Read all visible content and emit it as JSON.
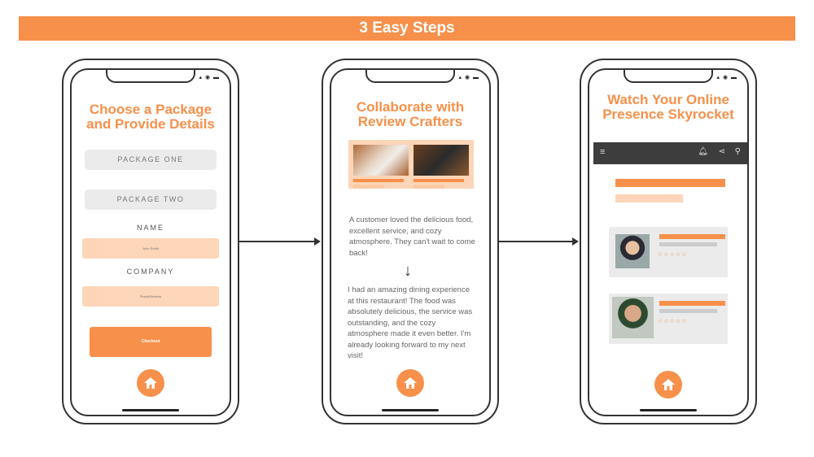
{
  "banner": {
    "title": "3 Easy Steps"
  },
  "step1": {
    "title_l1": "Choose a Package",
    "title_l2": "and Provide Details",
    "package_one": "PACKAGE ONE",
    "package_two": "PACKAGE TWO",
    "name_label": "NAME",
    "name_value": "John Smith",
    "company_label": "COMPANY",
    "company_value": "PeachReviews",
    "checkout_label": "Checkout"
  },
  "step2": {
    "title_l1": "Collaborate with",
    "title_l2": "Review Crafters",
    "original_review": "A customer loved the delicious food, excellent service, and cozy atmosphere. They can't wait to come back!",
    "crafted_review": "I had an amazing dining experience at this restaurant! The food was absolutely delicious, the service was outstanding, and the cozy atmosphere made it even better. I'm already looking forward to my next visit!"
  },
  "step3": {
    "title_l1": "Watch Your Online",
    "title_l2": "Presence Skyrocket",
    "reviews": [
      {
        "stars": "☆☆☆☆☆"
      },
      {
        "stars": "☆☆☆☆☆"
      }
    ]
  },
  "status": "▴ ◉ ▬",
  "colors": {
    "accent": "#F7904A",
    "peach": "#FDD5B8"
  }
}
